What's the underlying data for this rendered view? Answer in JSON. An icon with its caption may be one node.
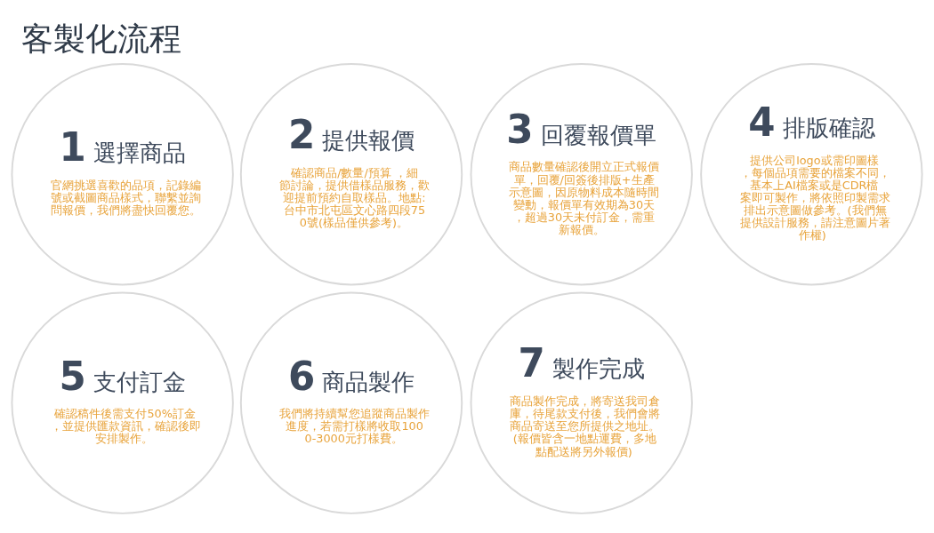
{
  "diagram": {
    "title": "客製化流程",
    "nodes": [
      {
        "text": [
          "1",
          "選擇商品",
          "官網挑選喜歡的品項，記錄編號或截圖商品樣式，聯繫並詢問報價，我們將盡快回覆您。"
        ]
      },
      {
        "text": [
          "2",
          "提供報價",
          "確認商品/數量/預算 ，細節討論，提供借樣品服務，歡迎提前預約自取樣品。地點:台中市北屯區文心路四段750號(樣品僅供參考)。"
        ]
      },
      {
        "text": [
          "3",
          "回覆報價單",
          "商品數量確認後開立正式報價單，回覆/回簽後排版+生產示意圖，因原物料成本隨時間變動，報價單有效期為30天，超過30天未付訂金，需重新報價。"
        ]
      },
      {
        "text": [
          "4",
          "排版確認",
          "提供公司logo或需印圖樣，每個品項需要的檔案不同，基本上AI檔案或是CDR檔案即可製作，將依照印製需求排出示意圖做參考。(我們無提供設計服務，請注意圖片著作權)"
        ]
      },
      {
        "text": [
          "5",
          "支付訂金",
          "確認稿件後需支付50%訂金，並提供匯款資訊，確認後即安排製作。"
        ]
      },
      {
        "text": [
          "6",
          "商品製作",
          "我們將持續幫您追蹤商品製作進度，若需打樣將收取1000-3000元打樣費。"
        ]
      },
      {
        "text": [
          "7",
          "製作完成",
          "商品製作完成，將寄送我司倉庫，待尾款支付後，我們會將商品寄送至您所提供之地址。(報價皆含一地點運費，多地點配送將另外報價)"
        ]
      }
    ],
    "edges": []
  }
}
